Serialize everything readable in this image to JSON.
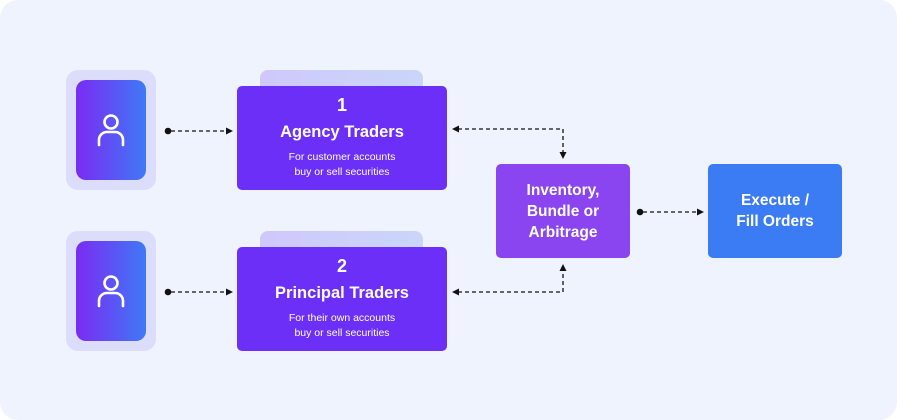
{
  "traders": [
    {
      "number": "1",
      "title": "Agency Traders",
      "description_line1": "For customer accounts",
      "description_line2": "buy or sell securities"
    },
    {
      "number": "2",
      "title": "Principal Traders",
      "description_line1": "For their own accounts",
      "description_line2": "buy or sell securities"
    }
  ],
  "inventory": {
    "line1": "Inventory,",
    "line2": "Bundle or",
    "line3": "Arbitrage"
  },
  "execute": {
    "line1": "Execute /",
    "line2": "Fill Orders"
  },
  "icons": {
    "user": "user-icon"
  },
  "colors": {
    "trader_card": "#6b2ff7",
    "inventory_card": "#8a45f0",
    "execute_card": "#3b7cf4",
    "background": "#eef3fd"
  }
}
